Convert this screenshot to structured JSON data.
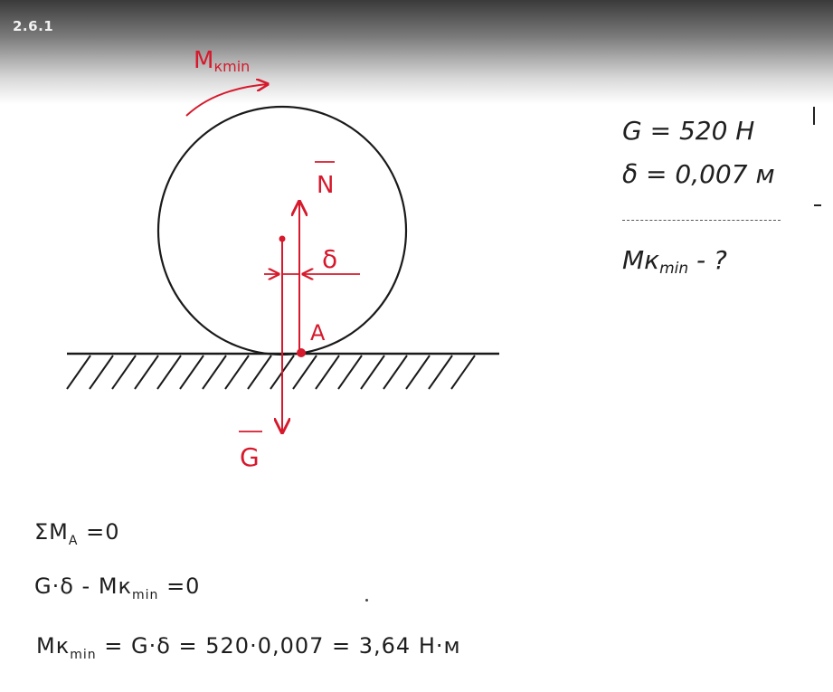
{
  "problem_number": "2.6.1",
  "diagram": {
    "moment_label": {
      "main": "M",
      "sub": "кmin"
    },
    "normal_force_label": "N",
    "weight_label": "G",
    "delta_label": "δ",
    "point_label": "A",
    "colors": {
      "ink": "#1a1a1a",
      "red": "#d6192c"
    }
  },
  "given": {
    "weight": "G = 520 Н",
    "delta": "δ = 0,007 м",
    "unknown_main": "Mк",
    "unknown_sub": "min",
    "unknown_suffix": " - ?"
  },
  "solution": {
    "line1_main": "ΣM",
    "line1_sub": "A",
    "line1_rest": " =0",
    "line2_prefix": "G·δ - Mк",
    "line2_sub": "min",
    "line2_rest": " =0",
    "line3_prefix": "Mк",
    "line3_sub": "min",
    "line3_rest": " = G·δ = 520·0,007 = 3,64 Н·м"
  }
}
